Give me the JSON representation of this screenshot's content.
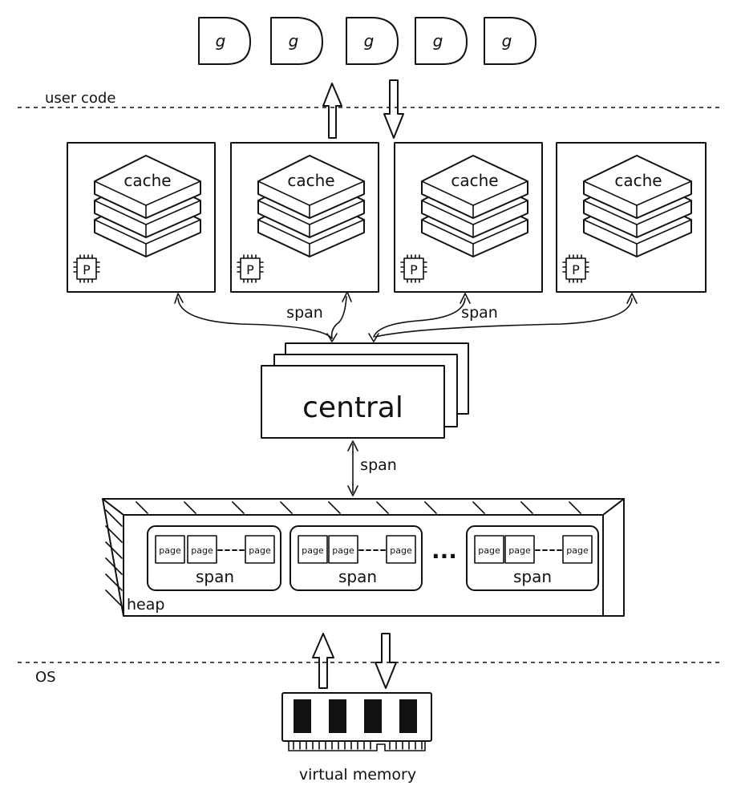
{
  "layers": {
    "user_code": "user code",
    "os": "OS"
  },
  "goroutines": [
    "g",
    "g",
    "g",
    "g",
    "g"
  ],
  "processors": [
    {
      "cache_label": "cache",
      "p_label": "P"
    },
    {
      "cache_label": "cache",
      "p_label": "P"
    },
    {
      "cache_label": "cache",
      "p_label": "P"
    },
    {
      "cache_label": "cache",
      "p_label": "P"
    }
  ],
  "span_labels": {
    "left": "span",
    "right": "span",
    "central_heap": "span"
  },
  "central": {
    "label": "central"
  },
  "heap": {
    "label": "heap",
    "spans": [
      {
        "pages": [
          "page",
          "page",
          "page"
        ],
        "label": "span"
      },
      {
        "pages": [
          "page",
          "page",
          "page"
        ],
        "label": "span"
      },
      {
        "pages": [
          "page",
          "page",
          "page"
        ],
        "label": "span"
      }
    ],
    "ellipsis": "..."
  },
  "virtual_memory": {
    "label": "virtual memory"
  },
  "icons": {
    "processor": "cpu-chip-icon",
    "memory": "memory-module-icon"
  }
}
